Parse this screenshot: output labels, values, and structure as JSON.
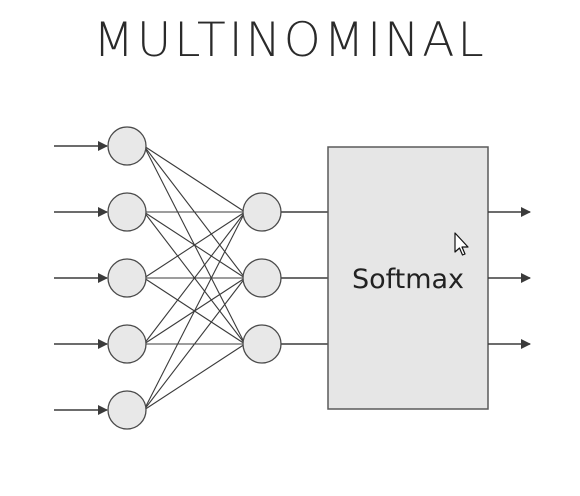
{
  "title": "MULTINOMINAL",
  "diagram": {
    "box_label": "Softmax",
    "colors": {
      "line": "#3b3b3b",
      "node_fill": "#e8e8e8",
      "box_fill": "#e6e6e6",
      "text": "#222222"
    },
    "layers": [
      {
        "name": "input",
        "node_count": 5
      },
      {
        "name": "hidden",
        "node_count": 3
      }
    ],
    "connection": "fully-connected",
    "input_arrow_count": 5,
    "output_arrow_count": 3,
    "cursor_icon": "mouse-pointer-icon"
  }
}
